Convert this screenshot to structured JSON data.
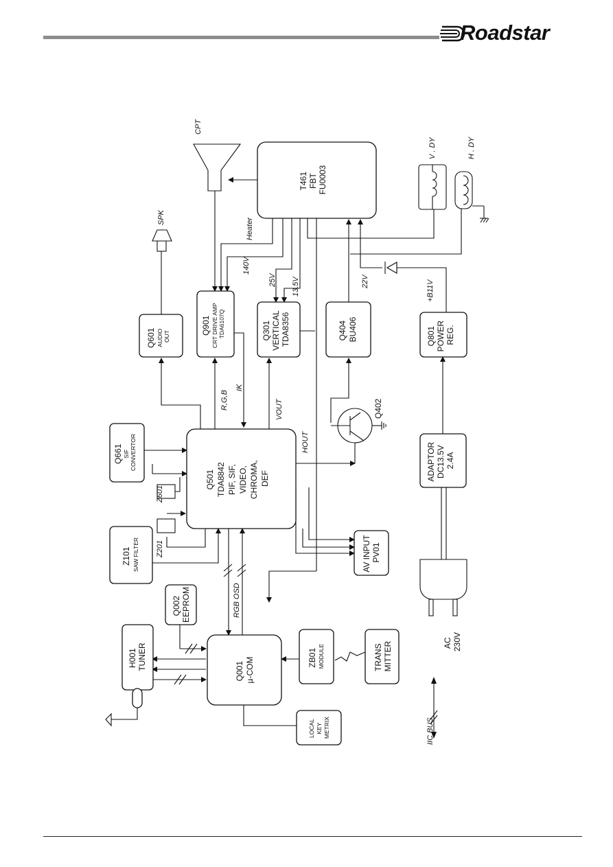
{
  "brand": {
    "name": "Roadstar"
  },
  "blocks": {
    "t461": [
      "T461",
      "FBT",
      "FU0003"
    ],
    "q601": [
      "Q601",
      "AUDIO",
      "OUT"
    ],
    "q901": [
      "Q901",
      "CRT DRIVE AMP",
      "TDA6107Q"
    ],
    "q301": [
      "Q301",
      "VERTICAL",
      "TDA8356"
    ],
    "q404": [
      "Q404",
      "BU406"
    ],
    "q801": [
      "Q801",
      "POWER",
      "REG."
    ],
    "q661": [
      "Q661",
      "SIF",
      "CONVERTOR"
    ],
    "q501": [
      "Q501",
      "TDA8842",
      "PIF, SIF,",
      "VIDEO,",
      "CHROMA,",
      "DEF"
    ],
    "adaptor": [
      "ADAPTOR",
      "DC13.5V",
      "2.4A"
    ],
    "z101": [
      "Z101",
      "SAW FILTER"
    ],
    "avinput": [
      "AV INPUT",
      "PV01"
    ],
    "q002": [
      "Q002",
      "EEPROM"
    ],
    "h001": [
      "H001",
      "TUNER"
    ],
    "q001": [
      "Q001",
      "µ-COM"
    ],
    "zb01": [
      "ZB01",
      "MODULE"
    ],
    "trans": [
      "TRANS",
      "MITTER"
    ],
    "localkey": [
      "LOCAL",
      "KEY",
      "METRIX"
    ]
  },
  "labels": {
    "cpt": "CPT",
    "spk": "SPK",
    "vdy": "V . DY",
    "hdy": "H . DY",
    "heater": "Heater",
    "v140": "140V",
    "v25": "25V",
    "v135": "13.5V",
    "v22": "22V",
    "b11v": "+B11V",
    "rgb": "R,G,B",
    "ik": "IK",
    "vout": "VOUT",
    "hout": "HOUT",
    "q402": "Q402",
    "z601": "Z601",
    "z201": "Z201",
    "rgbosd": "RGB OSD",
    "ac": [
      "AC",
      "230V"
    ],
    "iicbus": "IIC BUS"
  }
}
